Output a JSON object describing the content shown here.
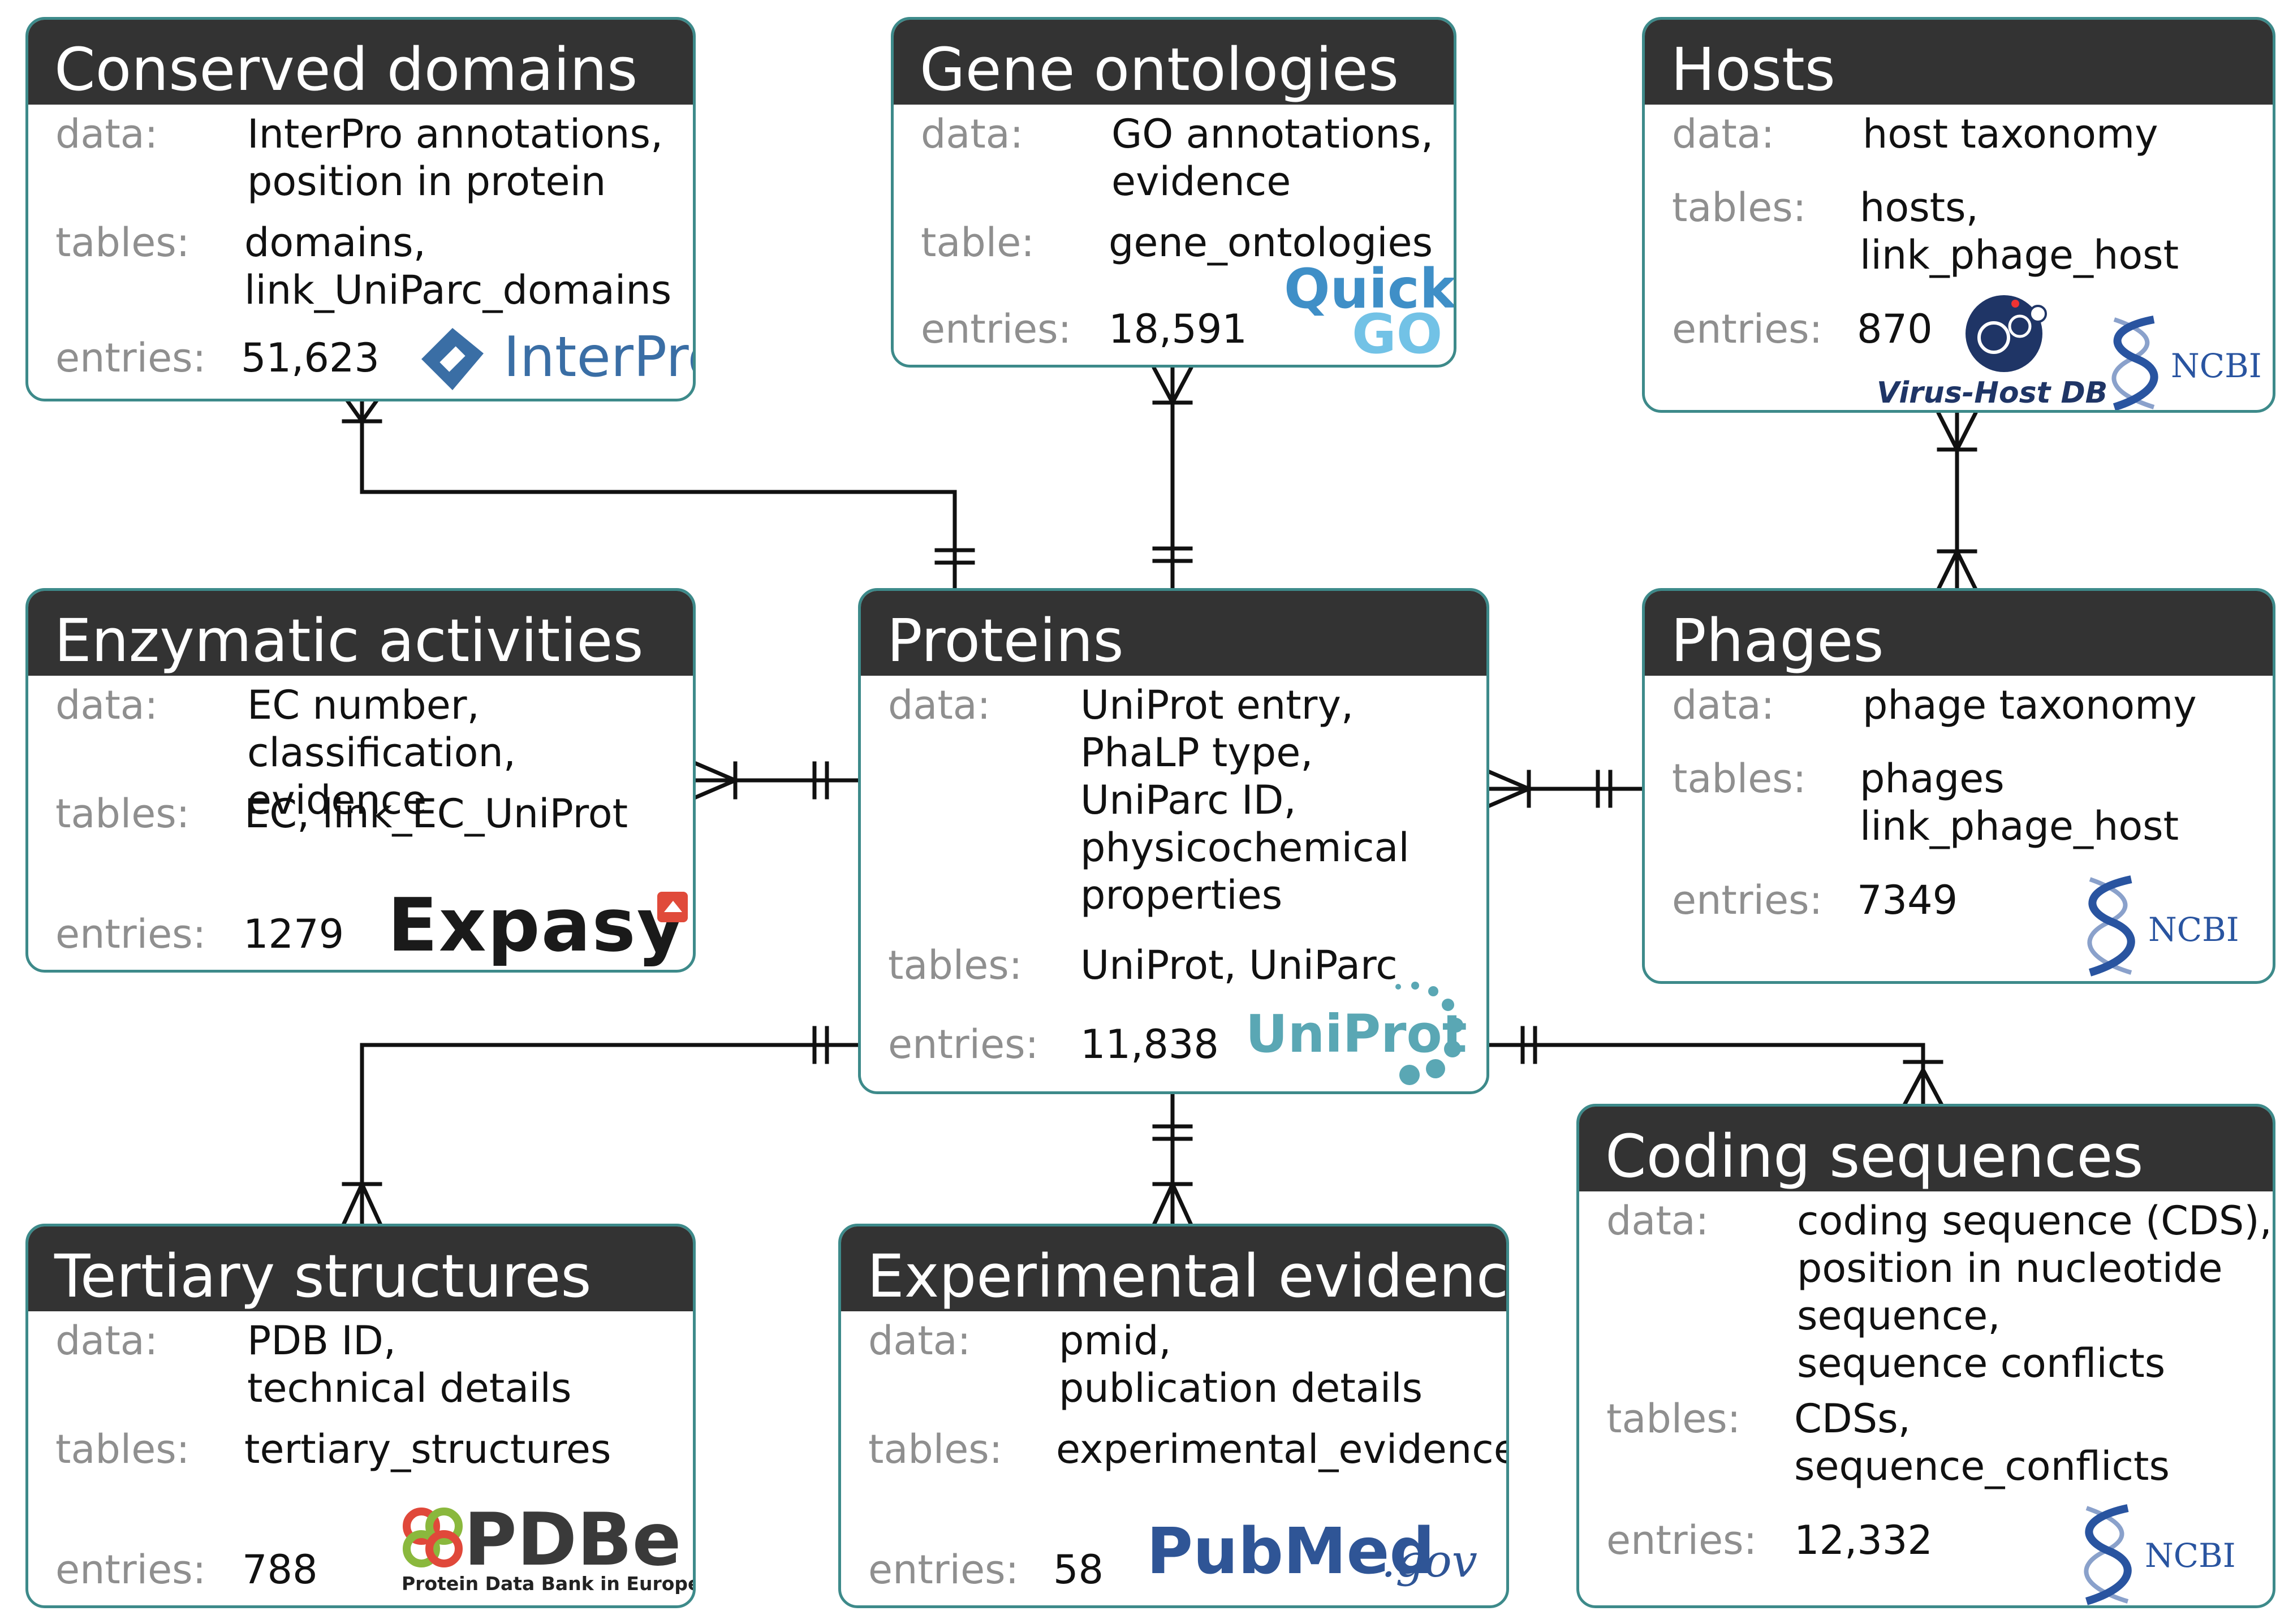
{
  "entities": {
    "conserved_domains": {
      "title": "Conserved domains",
      "data_label": "data:",
      "data_value": "InterPro annotations,\nposition in protein",
      "tables_label": "tables:",
      "tables_value": "domains,\nlink_UniParc_domains",
      "entries_label": "entries:",
      "entries_value": "51,623",
      "logo": "InterPro"
    },
    "gene_ontologies": {
      "title": "Gene ontologies",
      "data_label": "data:",
      "data_value": "GO annotations,\nevidence",
      "tables_label": "table:",
      "tables_value": "gene_ontologies",
      "entries_label": "entries:",
      "entries_value": "18,591",
      "logo_line1": "Quick",
      "logo_line2": "GO"
    },
    "hosts": {
      "title": "Hosts",
      "data_label": "data:",
      "data_value": "host taxonomy",
      "tables_label": "tables:",
      "tables_value": "hosts,\nlink_phage_host",
      "entries_label": "entries:",
      "entries_value": "870",
      "logo": "Virus-Host DB",
      "logo2": "NCBI"
    },
    "enzymatic_activities": {
      "title": "Enzymatic activities",
      "data_label": "data:",
      "data_value": "EC number,\nclassification, evidence",
      "tables_label": "tables:",
      "tables_value": "EC, link_EC_UniProt",
      "entries_label": "entries:",
      "entries_value": "1279",
      "logo": "Expasy"
    },
    "proteins": {
      "title": "Proteins",
      "data_label": "data:",
      "data_value": "UniProt entry,\nPhaLP type,\nUniParc ID,\nphysicochemical\nproperties",
      "tables_label": "tables:",
      "tables_value": "UniProt, UniParc",
      "entries_label": "entries:",
      "entries_value": "11,838",
      "logo": "UniProt"
    },
    "phages": {
      "title": "Phages",
      "data_label": "data:",
      "data_value": "phage taxonomy",
      "tables_label": "tables:",
      "tables_value": "phages\nlink_phage_host",
      "entries_label": "entries:",
      "entries_value": "7349",
      "logo": "NCBI"
    },
    "tertiary_structures": {
      "title": "Tertiary structures",
      "data_label": "data:",
      "data_value": "PDB ID,\ntechnical details",
      "tables_label": "tables:",
      "tables_value": "tertiary_structures",
      "entries_label": "entries:",
      "entries_value": "788",
      "logo": "PDBe",
      "logo_sub": "Protein Data Bank in Europe"
    },
    "experimental_evidence": {
      "title": "Experimental evidence",
      "data_label": "data:",
      "data_value": "pmid,\npublication details",
      "tables_label": "tables:",
      "tables_value": "experimental_evidence",
      "entries_label": "entries:",
      "entries_value": "58",
      "logo": "PubMed",
      "logo2": ".gov"
    },
    "coding_sequences": {
      "title": "Coding sequences",
      "data_label": "data:",
      "data_value": "coding sequence (CDS),\nposition in nucleotide\nsequence,\nsequence conflicts",
      "tables_label": "tables:",
      "tables_value": "CDSs,\nsequence_conflicts",
      "entries_label": "entries:",
      "entries_value": "12,332",
      "logo": "NCBI"
    }
  },
  "colors": {
    "header": "#333333",
    "border": "#3d8a8a",
    "label": "#8f8f8f",
    "line": "#111111"
  }
}
